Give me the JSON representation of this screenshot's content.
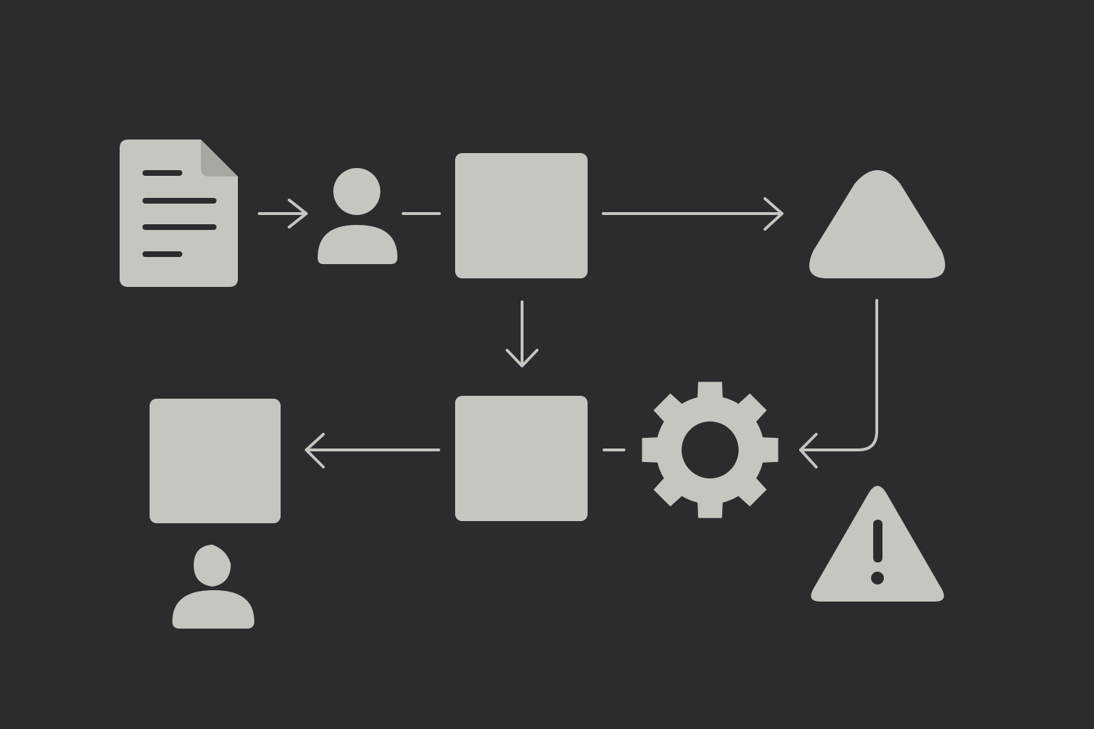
{
  "colors": {
    "background": "#2a2c2e",
    "node": "#c6c6c0",
    "accent_detail": "#2a2c2e"
  },
  "nodes": [
    {
      "id": "document",
      "icon": "document-icon"
    },
    {
      "id": "user-top",
      "icon": "user-icon"
    },
    {
      "id": "box-top",
      "icon": "square-block"
    },
    {
      "id": "triangle-top",
      "icon": "triangle-icon"
    },
    {
      "id": "box-bottom",
      "icon": "square-block"
    },
    {
      "id": "gear",
      "icon": "gear-icon"
    },
    {
      "id": "box-left",
      "icon": "square-block"
    },
    {
      "id": "user-bottom",
      "icon": "user-icon"
    },
    {
      "id": "warning",
      "icon": "warning-icon"
    }
  ],
  "edges": [
    {
      "from": "document",
      "to": "user-top",
      "arrow": true
    },
    {
      "from": "user-top",
      "to": "box-top",
      "arrow": false
    },
    {
      "from": "box-top",
      "to": "triangle-top",
      "arrow": true
    },
    {
      "from": "box-top",
      "to": "box-bottom",
      "arrow": true
    },
    {
      "from": "triangle-top",
      "to": "gear",
      "arrow": true
    },
    {
      "from": "gear",
      "to": "box-bottom",
      "arrow": false
    },
    {
      "from": "box-bottom",
      "to": "box-left",
      "arrow": true
    }
  ]
}
